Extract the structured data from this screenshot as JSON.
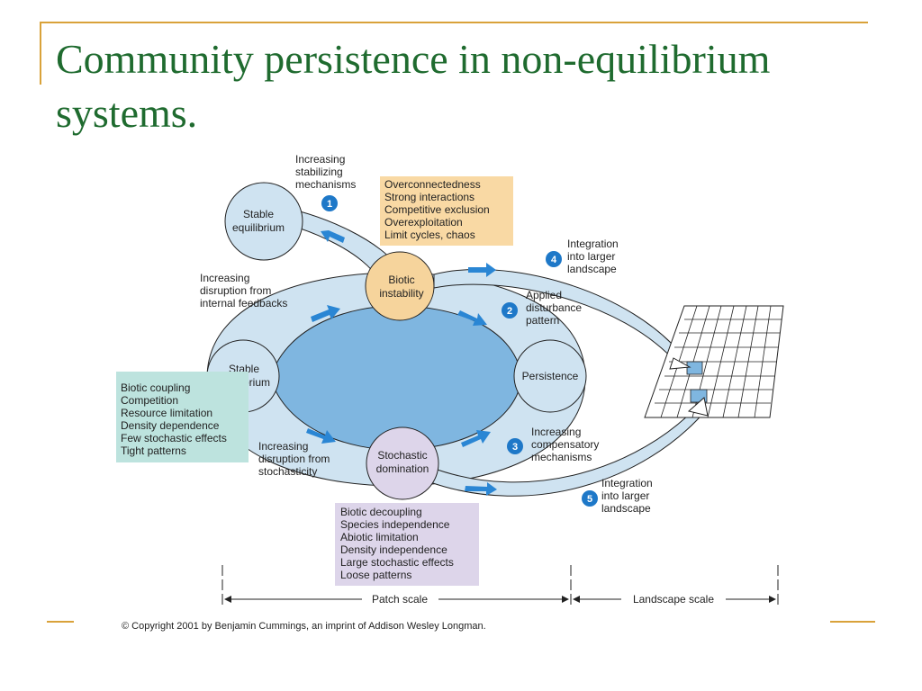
{
  "slide": {
    "title": "Community persistence in non-equilibrium systems.",
    "copyright": "© Copyright 2001 by Benjamin Cummings, an imprint of Addison Wesley Longman."
  },
  "nodes": {
    "stable_eq_top": [
      "Stable",
      "equilibrium"
    ],
    "biotic_instability": [
      "Biotic",
      "instability"
    ],
    "stable_eq_center": [
      "Stable",
      "equilibrium"
    ],
    "persistence": [
      "Persistence"
    ],
    "stochastic_domination": [
      "Stochastic",
      "domination"
    ]
  },
  "boxes": {
    "orange": [
      "Overconnectedness",
      "Strong interactions",
      "Competitive exclusion",
      "Overexploitation",
      "Limit cycles, chaos"
    ],
    "teal": [
      "Biotic coupling",
      "Competition",
      "Resource limitation",
      "Density dependence",
      "Few stochastic effects",
      "Tight patterns"
    ],
    "purple": [
      "Biotic decoupling",
      "Species independence",
      "Abiotic limitation",
      "Density independence",
      "Large stochastic effects",
      "Loose patterns"
    ]
  },
  "labels": {
    "increasing_stabilizing": [
      "Increasing",
      "stabilizing",
      "mechanisms"
    ],
    "disruption_internal": [
      "Increasing",
      "disruption from",
      "internal feedbacks"
    ],
    "disruption_stochastic": [
      "Increasing",
      "disruption from",
      "stochasticity"
    ],
    "applied_disturbance": [
      "Applied",
      "disturbance",
      "pattern"
    ],
    "compensatory": [
      "Increasing",
      "compensatory",
      "mechanisms"
    ],
    "integration_top": [
      "Integration",
      "into larger",
      "landscape"
    ],
    "integration_bottom": [
      "Integration",
      "into larger",
      "landscape"
    ]
  },
  "markers": [
    "1",
    "2",
    "3",
    "4",
    "5"
  ],
  "scale": {
    "patch": "Patch scale",
    "landscape": "Landscape scale"
  },
  "colors": {
    "title": "#1f6b2f",
    "accent_rule": "#d9a23a",
    "ring_fill": "#cfe3f1",
    "center_fill": "#7fb6e0",
    "orange_box": "#f9d9a4",
    "teal_box": "#bde3de",
    "purple_box": "#ddd5ea",
    "node_blue": "#cfe3f1",
    "node_orange": "#f6d49c",
    "node_purple": "#ddd5ea",
    "marker_blue": "#1e78c8",
    "arrow_blue": "#2a86d4",
    "grid_highlight": "#7fb6e0"
  }
}
